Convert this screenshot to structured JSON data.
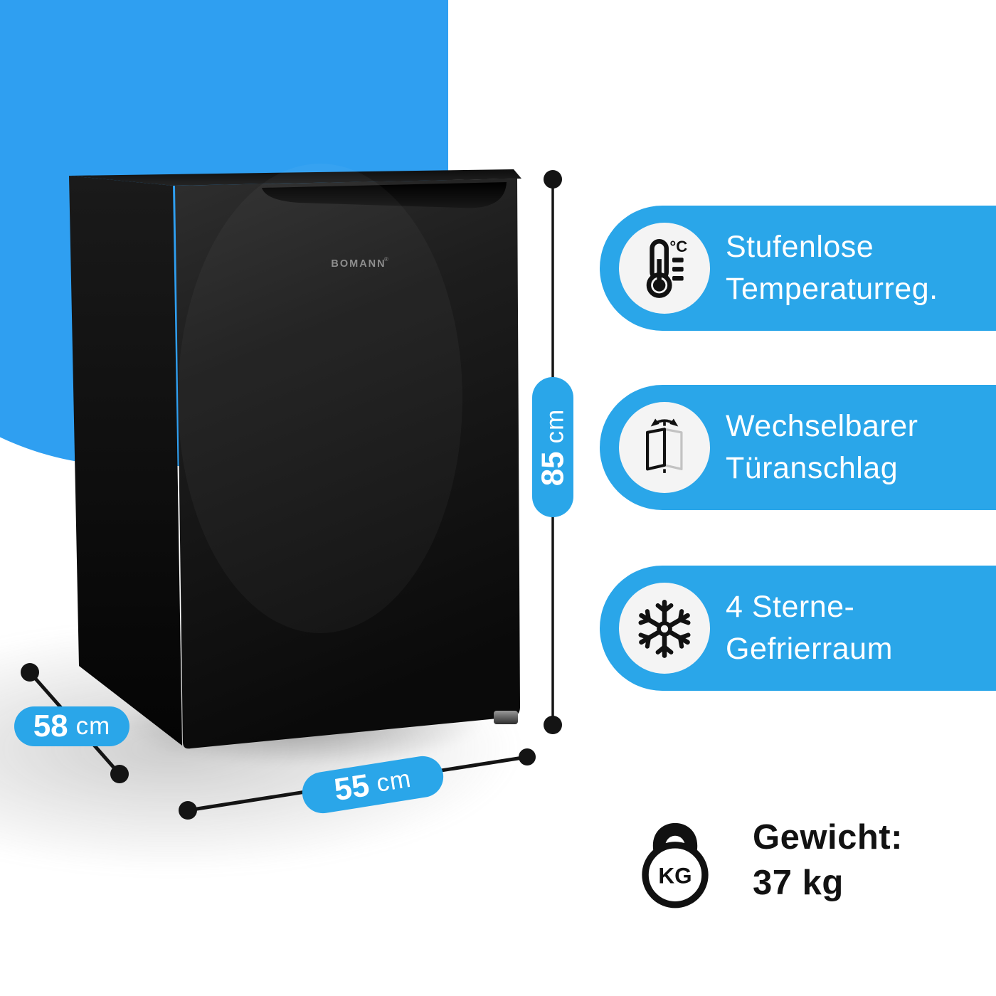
{
  "colors": {
    "accent": "#2aa6e9",
    "blob": "#2f9ff1",
    "icon_circle": "#f4f4f4",
    "icon_black": "#111111",
    "text_light": "#ffffff",
    "text_dark": "#121212"
  },
  "brand": {
    "name": "BOMANN",
    "reg": "®"
  },
  "dimensions": {
    "height": {
      "value": "85",
      "unit": "cm"
    },
    "width": {
      "value": "55",
      "unit": "cm"
    },
    "depth": {
      "value": "58",
      "unit": "cm"
    }
  },
  "features": [
    {
      "icon": "thermometer-icon",
      "icon_label": "°C",
      "line1": "Stufenlose",
      "line2": "Temperaturreg."
    },
    {
      "icon": "door-swing-icon",
      "line1": "Wechselbarer",
      "line2": "Türanschlag"
    },
    {
      "icon": "snowflake-icon",
      "line1": "4 Sterne-",
      "line2": "Gefrierraum"
    }
  ],
  "weight": {
    "icon_text": "KG",
    "label": "Gewicht:",
    "value": "37 kg"
  }
}
